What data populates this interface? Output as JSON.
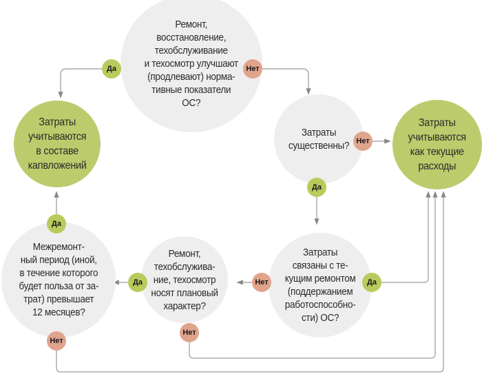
{
  "nodes": {
    "q_improve": "Ремонт,\nвосстановление,\nтехобслуживание\nи техосмотр улучшают\n(продлевают) норма-\nтивные показатели\nОС?",
    "r_capital": "Затраты\nучитываются\nв составе\nкапвложений",
    "q_significant": "Затраты\nсущественны?",
    "r_current": "Затраты\nучитываются\nкак текущие\nрасходы",
    "q_current_repair": "Затраты\nсвязаны с те-\nкущим ремонтом\n(поддержанием\nработоспособно-\nсти) ОС?",
    "q_planned": "Ремонт,\nтехобслужива-\nние, техосмотр\nносят плановый\nхарактер?",
    "q_period": "Межремонт-\nный период (иной,\nв течение которого\nбудет польза от за-\nтрат) превышает\n12 месяцев?"
  },
  "labels": {
    "yes": "Да",
    "no": "Нет"
  },
  "colors": {
    "result": "#bccc6c",
    "question": "#efeeee",
    "yes": "#b8cb5c",
    "no": "#e0a48c",
    "line": "#8a8a8a"
  }
}
